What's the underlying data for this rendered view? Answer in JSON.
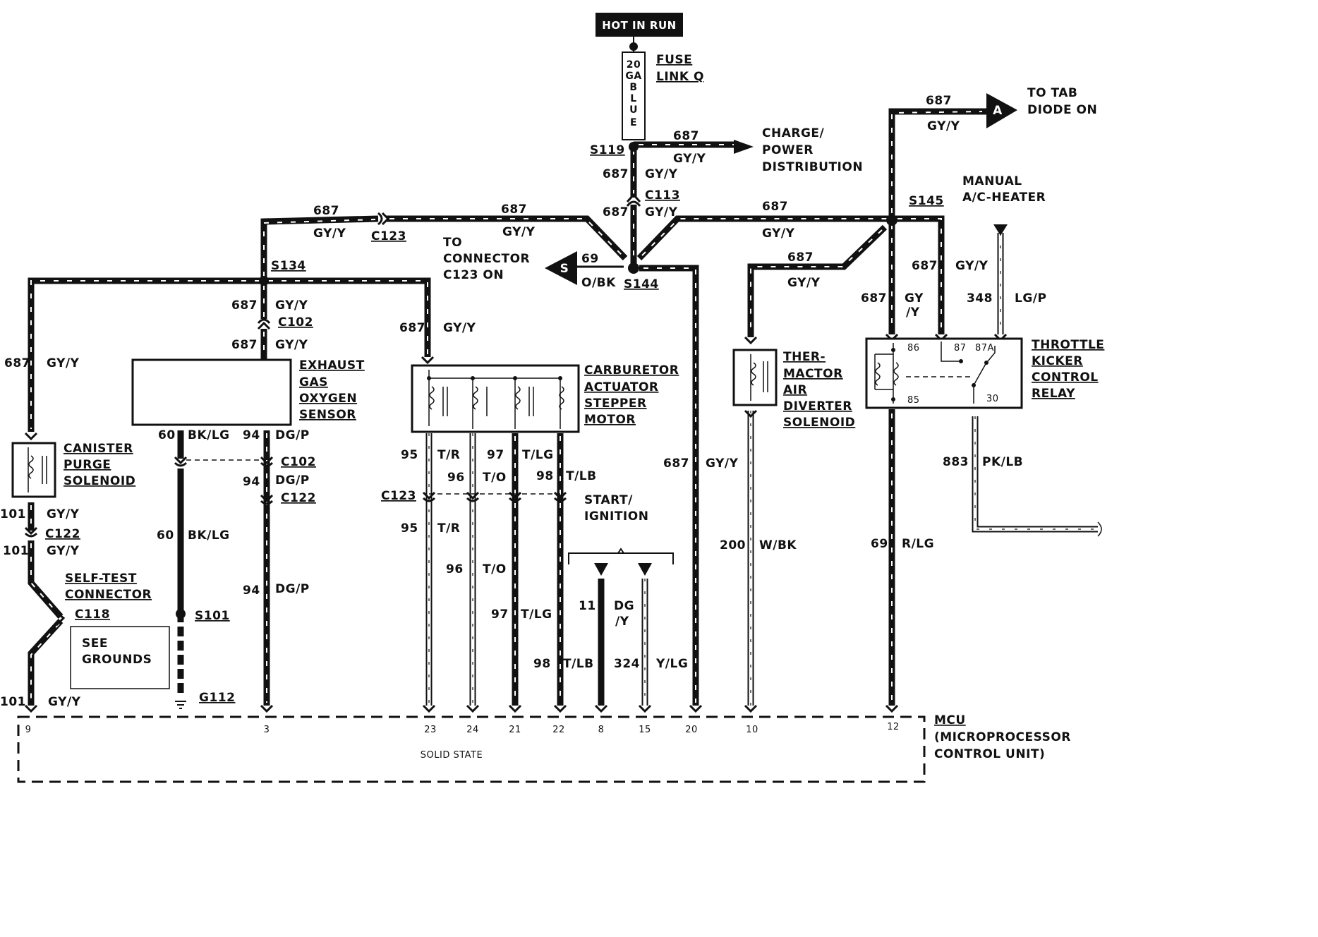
{
  "power": {
    "hot_in_run": "HOT IN RUN",
    "fuse_text": [
      "20",
      "GA",
      "B",
      "L",
      "U",
      "E"
    ],
    "fuse_label": [
      "FUSE",
      "LINK Q"
    ]
  },
  "destinations": {
    "charge": [
      "CHARGE/",
      "POWER",
      "DISTRIBUTION"
    ],
    "to_tab": [
      "TO TAB",
      "DIODE ON"
    ],
    "to_connector": [
      "TO",
      "CONNECTOR",
      "C123 ON"
    ],
    "manual_ac": [
      "MANUAL",
      "A/C-HEATER"
    ],
    "start_ignition": [
      "START/",
      "IGNITION"
    ],
    "flag_a": "A",
    "flag_s": "S"
  },
  "splices": {
    "s119": "S119",
    "s144": "S144",
    "s145": "S145",
    "s134": "S134",
    "s101": "S101"
  },
  "connectors": {
    "c113": "C113",
    "c123": "C123",
    "c102": "C102",
    "c122": "C122",
    "c118": "C118",
    "g112": "G112"
  },
  "wires": {
    "c687": "687",
    "gy_y": "GY/Y",
    "c69": "69",
    "o_bk": "O/BK",
    "gy": "GY",
    "slash_y": "/Y",
    "c348": "348",
    "lg_p": "LG/P",
    "c101": "101",
    "c60": "60",
    "bk_lg": "BK/LG",
    "c94": "94",
    "dg_p": "DG/P",
    "c95": "95",
    "t_r": "T/R",
    "c96": "96",
    "t_o": "T/O",
    "c97": "97",
    "t_lg": "T/LG",
    "c98": "98",
    "t_lb": "T/LB",
    "c11": "11",
    "dg": "DG",
    "c324": "324",
    "y_lg": "Y/LG",
    "c200": "200",
    "w_bk": "W/BK",
    "r_lg": "R/LG",
    "c883": "883",
    "pk_lb": "PK/LB"
  },
  "components": {
    "exhaust": [
      "EXHAUST",
      "GAS",
      "OXYGEN",
      "SENSOR"
    ],
    "carburetor": [
      "CARBURETOR",
      "ACTUATOR",
      "STEPPER",
      "MOTOR"
    ],
    "canister": [
      "CANISTER",
      "PURGE",
      "SOLENOID"
    ],
    "thermactor": [
      "THER-",
      "MACTOR",
      "AIR",
      "DIVERTER",
      "SOLENOID"
    ],
    "throttle": [
      "THROTTLE",
      "KICKER",
      "CONTROL",
      "RELAY"
    ],
    "self_test": [
      "SELF-TEST",
      "CONNECTOR"
    ],
    "see_grounds": [
      "SEE",
      "GROUNDS"
    ],
    "relay_pins": {
      "p86": "86",
      "p87": "87",
      "p87a": "87A",
      "p85": "85",
      "p30": "30"
    }
  },
  "mcu": {
    "title": "MCU",
    "subtitle": [
      "(MICROPROCESSOR",
      "CONTROL UNIT)"
    ],
    "solid_state": "SOLID STATE",
    "pins": {
      "p9": "9",
      "p3": "3",
      "p23": "23",
      "p24": "24",
      "p21": "21",
      "p22": "22",
      "p8": "8",
      "p15": "15",
      "p20": "20",
      "p10": "10",
      "p12": "12"
    }
  }
}
